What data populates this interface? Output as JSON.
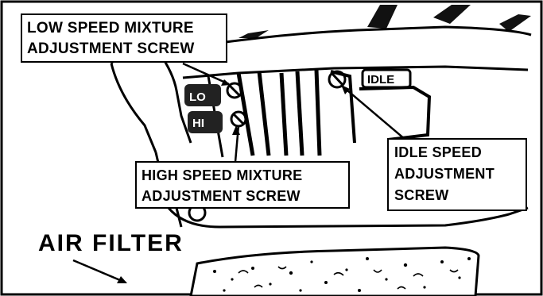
{
  "labels": {
    "low_speed_lines": [
      "LOW SPEED MIXTURE",
      "ADJUSTMENT SCREW"
    ],
    "high_speed_lines": [
      "HIGH SPEED MIXTURE",
      "ADJUSTMENT SCREW"
    ],
    "idle_speed_lines": [
      "IDLE SPEED",
      "ADJUSTMENT",
      "SCREW"
    ],
    "air_filter": "AIR FILTER",
    "part_lo": "LO",
    "part_hi": "HI",
    "part_idle": "IDLE"
  },
  "colors": {
    "ink": "#000000",
    "paper": "#ffffff"
  }
}
